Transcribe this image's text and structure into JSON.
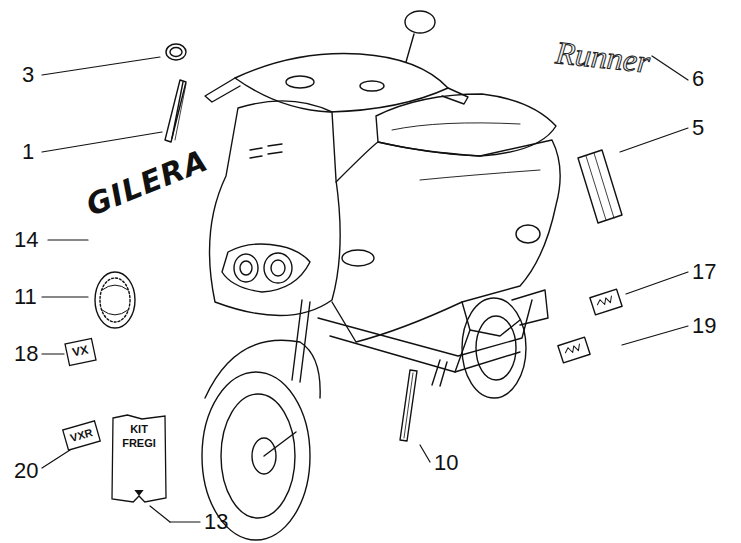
{
  "diagram": {
    "nodes": [
      {
        "text": [
          "VX"
        ]
      },
      {
        "text": [
          "VXR"
        ]
      },
      {
        "text": [
          "KIT FREGI"
        ]
      }
    ],
    "labels": [
      "3",
      "1",
      "14",
      "11",
      "18",
      "20",
      "13",
      "10",
      "6",
      "5",
      "17",
      "19",
      "GILERA",
      "Runner"
    ]
  }
}
